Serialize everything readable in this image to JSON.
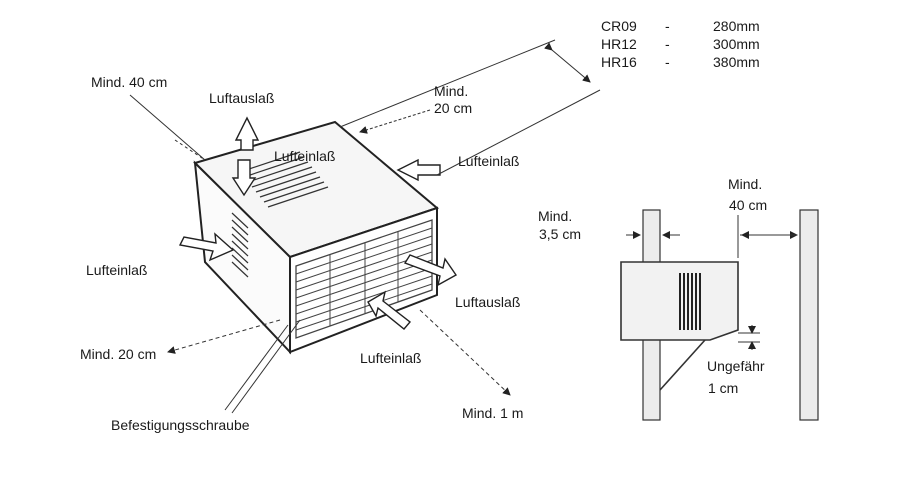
{
  "specs": [
    {
      "model": "CR09",
      "sep": "-",
      "value": "280mm"
    },
    {
      "model": "HR12",
      "sep": "-",
      "value": "300mm"
    },
    {
      "model": "HR16",
      "sep": "-",
      "value": "380mm"
    }
  ],
  "labels": {
    "mind_40_top": "Mind. 40 cm",
    "luftauslass_top": "Luftauslaß",
    "mind_20_top_1": "Mind.",
    "mind_20_top_2": "20 cm",
    "lufteinlass_top": "Lufteinlaß",
    "lufteinlass_right": "Lufteinlaß",
    "lufteinlass_left": "Lufteinlaß",
    "luftauslass_front": "Luftauslaß",
    "lufteinlass_bottom": "Lufteinlaß",
    "mind_20_left": "Mind. 20 cm",
    "mind_1m": "Mind. 1 m",
    "befestigung": "Befestigungsschraube"
  },
  "side_view": {
    "mind_35_1": "Mind.",
    "mind_35_2": "3,5 cm",
    "mind_40_1": "Mind.",
    "mind_40_2": "40 cm",
    "ungefaehr_1": "Ungefähr",
    "ungefaehr_2": "1 cm"
  }
}
